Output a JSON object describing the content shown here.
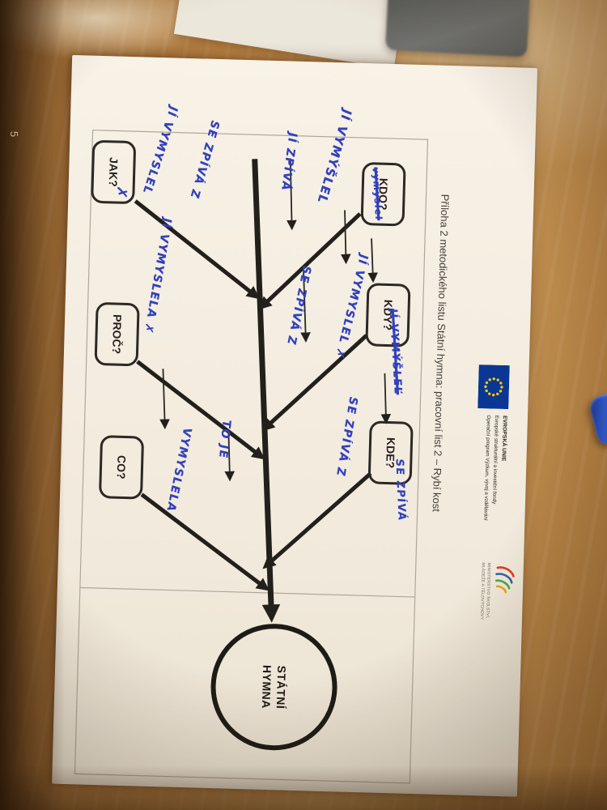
{
  "photo": {
    "page_number": "5"
  },
  "worksheet": {
    "title": "Příloha 2 metodického listu Státní hymna: pracovní list 2 – Rybí kost",
    "funding_logos": {
      "eu_line1": "EVROPSKÁ UNIE",
      "eu_line2": "Evropské strukturální a investiční fondy",
      "eu_line3": "Operační program Výzkum, vývoj a vzdělávání",
      "ministry_line1": "MINISTERSTVO ŠKOLSTVÍ,",
      "ministry_line2": "MLÁDEŽE A TĚLOVÝCHOVY"
    },
    "fishbone": {
      "head_line1": "STÁTNÍ",
      "head_line2": "HYMNA",
      "boxes": [
        {
          "label": "KDO?"
        },
        {
          "label": "KDY?"
        },
        {
          "label": "KDE?"
        },
        {
          "label": "JAK?"
        },
        {
          "label": "PROČ?"
        },
        {
          "label": "CO?"
        }
      ]
    },
    "handwriting": [
      {
        "text": "JÍ VYMÝŠLEL",
        "crossed": false
      },
      {
        "text": "vymyslel",
        "crossed": true
      },
      {
        "text": "JÍ ZPÍVÁ",
        "crossed": false
      },
      {
        "text": "SE ZPÍVÁ Z",
        "crossed": false
      },
      {
        "text": "JÍ VYMYSLEL ✗",
        "crossed": false
      },
      {
        "text": "JÍ VYMÝŠLEĽ",
        "crossed": true
      },
      {
        "text": "SE ZPÍVÁ",
        "crossed": false
      },
      {
        "text": "SE ZPÍVÁ Z",
        "crossed": false
      },
      {
        "text": "TO JE",
        "crossed": false
      },
      {
        "text": "VYMYSLELA",
        "crossed": false
      },
      {
        "text": "JÍ VYMYSLELA ✗",
        "crossed": false
      },
      {
        "text": "SE ZPÍVÁ Z",
        "crossed": false
      },
      {
        "text": "JÍ VYMYSLEL",
        "crossed": false
      },
      {
        "text": "✗",
        "crossed": false
      }
    ]
  },
  "colors": {
    "ink_blue": "#2b3ec4",
    "eu_blue": "#003399",
    "eu_star_yellow": "#ffcc00",
    "paper": "#f7f4ec",
    "table_wood": "#b98347",
    "pen_blue": "#2a5be0"
  }
}
